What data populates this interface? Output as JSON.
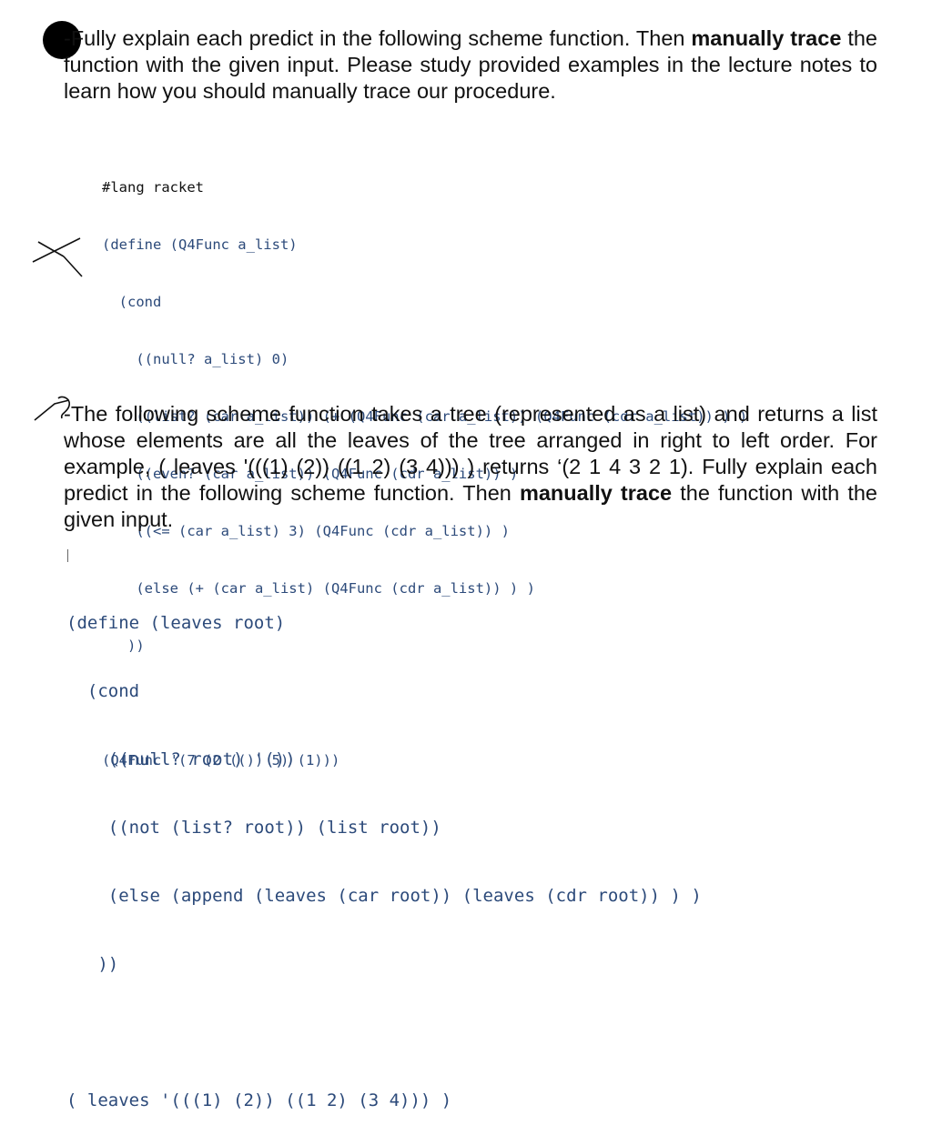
{
  "q4": {
    "intro_a": "-Fully explain each predict in the following scheme function. Then ",
    "intro_bold1": "manually trace",
    "intro_b": " the function with the given input. Please study provided examples in the lecture notes to learn how you should manually trace our procedure.",
    "code": [
      "#lang racket",
      "(define (Q4Func a_list)",
      "  (cond",
      "    ((null? a_list) 0)",
      "    ((list? (car a_list)) (+ (Q4Func (car a_list)) (Q4Func (cdr a_list)) ) )",
      "    ((even? (car a_list)) (Q4Func (cdr a_list)) )",
      "    ((<= (car a_list) 3) (Q4Func (cdr a_list)) )",
      "    (else (+ (car a_list) (Q4Func (cdr a_list)) ) )",
      "   ))"
    ],
    "call": "(Q4Func '(7 (2 (()) 5) (1)))"
  },
  "q5": {
    "intro_a": "-The following scheme function takes a tree (represented as a list) and returns a list whose elements are all the leaves of the tree arranged in right to left order. For example, ( leaves '(((1) (2)) ((1 2) (3 4))) )  returns  ‘(2 1 4 3 2 1). Fully explain each predict in the following scheme function. Then ",
    "intro_bold": "manually trace",
    "intro_b": " the function with the given input.",
    "code": [
      "(define (leaves root)",
      "  (cond",
      "    ((null? root) '())",
      "    ((not (list? root)) (list root))",
      "    (else (append (leaves (car root)) (leaves (cdr root)) ) )",
      "   ))"
    ],
    "call": "( leaves '(((1) (2)) ((1 2) (3 4))) )"
  }
}
